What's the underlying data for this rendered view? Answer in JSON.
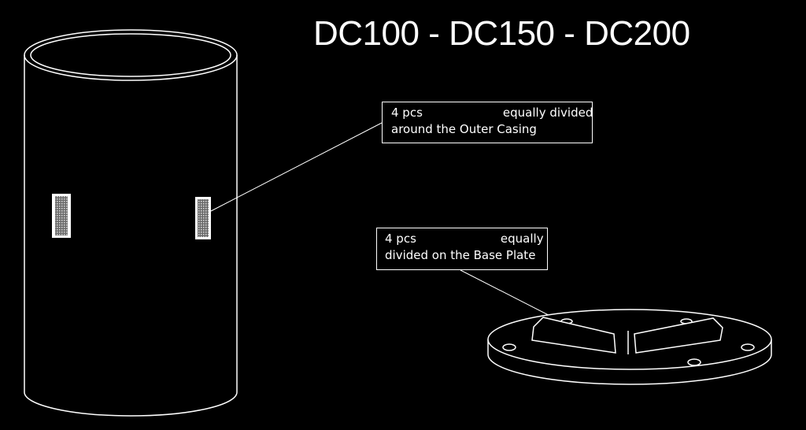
{
  "title": "DC100 - DC150 - DC200",
  "callouts": {
    "casing": {
      "qty": "4 pcs",
      "line1_rest": "equally divided",
      "line2": "around the Outer Casing"
    },
    "base": {
      "qty": "4 pcs",
      "line1_rest": "equally",
      "line2": "divided on the Base Plate"
    }
  },
  "colors": {
    "background": "#000000",
    "line": "#ffffff",
    "insert_fill": "#c8c8c8"
  }
}
